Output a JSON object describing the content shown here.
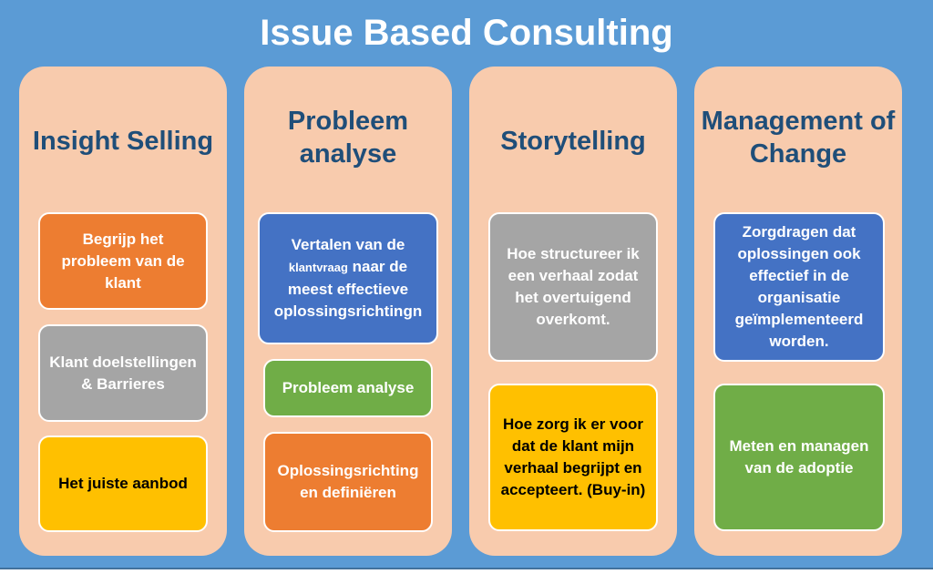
{
  "title": "Issue Based Consulting",
  "colors": {
    "frame": "#5b9bd5",
    "column": "#f8cbad",
    "heading": "#1f4e79",
    "orange": "#ed7d31",
    "gray": "#a5a5a5",
    "yellow": "#ffc000",
    "blue": "#4472c4",
    "green": "#70ad47"
  },
  "columns": [
    {
      "title": "Insight Selling",
      "boxes": [
        {
          "text": "Begrijp het probleem van de klant",
          "color": "orange"
        },
        {
          "text": "Klant doelstellingen & Barrieres",
          "color": "gray"
        },
        {
          "text": "Het juiste aanbod",
          "color": "yellow"
        }
      ]
    },
    {
      "title": "Probleem analyse",
      "boxes": [
        {
          "text_before": "Vertalen van de",
          "text_small": "klantvraag",
          "text_after": "naar de meest effectieve oplossingsrichtingn",
          "color": "blue"
        },
        {
          "text": "Probleem analyse",
          "color": "green"
        },
        {
          "text": "Oplossingsrichting en definiëren",
          "color": "orange"
        }
      ]
    },
    {
      "title": "Storytelling",
      "boxes": [
        {
          "text": "Hoe structureer ik een verhaal zodat het overtuigend overkomt.",
          "color": "gray"
        },
        {
          "text": "Hoe zorg ik er voor dat de klant mijn verhaal begrijpt en accepteert. (Buy-in)",
          "color": "yellow"
        }
      ]
    },
    {
      "title": "Management of Change",
      "boxes": [
        {
          "text": "Zorgdragen dat oplossingen ook effectief in de organisatie geïmplementeerd worden.",
          "color": "blue"
        },
        {
          "text": "Meten en managen van de adoptie",
          "color": "green"
        }
      ]
    }
  ]
}
